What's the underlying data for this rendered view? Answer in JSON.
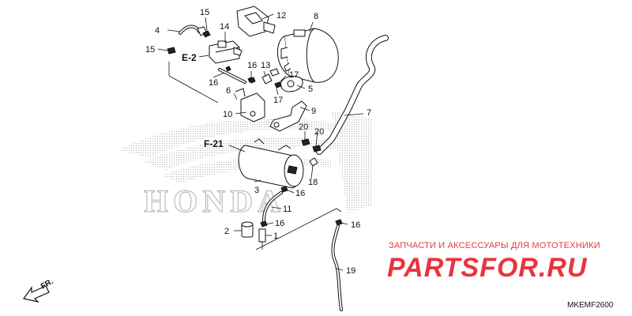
{
  "diagram": {
    "parts": [
      {
        "id": "p1",
        "label": "1"
      },
      {
        "id": "p2",
        "label": "2"
      },
      {
        "id": "p3",
        "label": "3"
      },
      {
        "id": "p4",
        "label": "4"
      },
      {
        "id": "p5",
        "label": "5"
      },
      {
        "id": "p6",
        "label": "6"
      },
      {
        "id": "p7",
        "label": "7"
      },
      {
        "id": "p8",
        "label": "8"
      },
      {
        "id": "p9",
        "label": "9"
      },
      {
        "id": "p10",
        "label": "10"
      },
      {
        "id": "p11",
        "label": "11"
      },
      {
        "id": "p12",
        "label": "12"
      },
      {
        "id": "p13",
        "label": "13"
      },
      {
        "id": "p14",
        "label": "14"
      },
      {
        "id": "p15a",
        "label": "15"
      },
      {
        "id": "p15b",
        "label": "15"
      },
      {
        "id": "p16a",
        "label": "16"
      },
      {
        "id": "p16b",
        "label": "16"
      },
      {
        "id": "p16c",
        "label": "16"
      },
      {
        "id": "p16d",
        "label": "16"
      },
      {
        "id": "p16e",
        "label": "16"
      },
      {
        "id": "p17a",
        "label": "17"
      },
      {
        "id": "p17b",
        "label": "17"
      },
      {
        "id": "p18",
        "label": "18"
      },
      {
        "id": "p19",
        "label": "19"
      },
      {
        "id": "p20a",
        "label": "20"
      },
      {
        "id": "p20b",
        "label": "20"
      }
    ],
    "refs": {
      "e2": "E-2",
      "f21": "F-21"
    },
    "fr": "FR.",
    "code": "MKEMF2600"
  },
  "watermark": {
    "brand_text": "ЗАПЧАСТИ И АКСЕССУАРЫ ДЛЯ МОТОТЕХНИКИ",
    "logo": "PARTSFOR.RU"
  },
  "colors": {
    "watermark": "#e8343f",
    "honda_dots": "#bdbdbd"
  }
}
